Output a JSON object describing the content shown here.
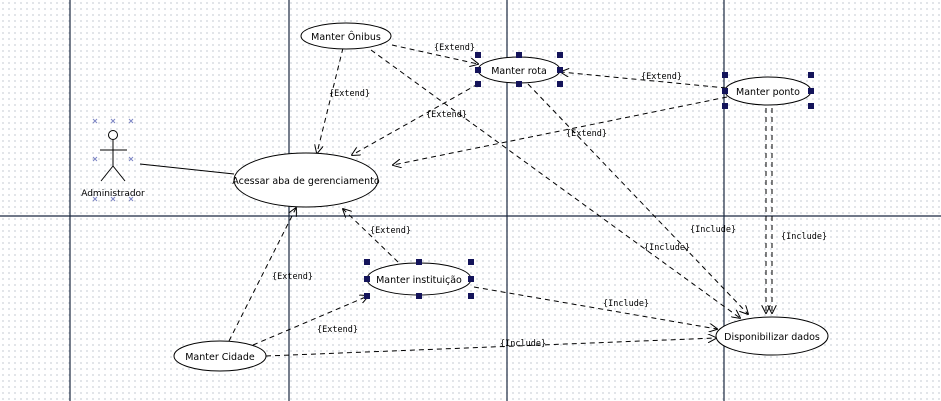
{
  "diagram": {
    "actor": {
      "name": "Administrador"
    },
    "use_cases": {
      "manter_onibus": "Manter Ônibus",
      "manter_rota": "Manter rota",
      "manter_ponto": "Manter ponto",
      "acessar_aba": "Acessar aba de gerenciamento",
      "manter_instituicao": "Manter instituição",
      "manter_cidade": "Manter Cidade",
      "disponibilizar_dados": "Disponibilizar dados"
    },
    "relations": {
      "onibus_rota": "{Extend}",
      "onibus_acessar": "{Extend}",
      "rota_acessar": "{Extend}",
      "ponto_rota": "{Extend}",
      "ponto_acessar": "{Extend}",
      "rota_disp": "{Include}",
      "onibus_disp": "{Include}",
      "ponto_disp": "{Include}",
      "instituicao_acessar": "{Extend}",
      "instituicao_disp": "{Include}",
      "cidade_acessar": "{Extend}",
      "cidade_instituicao": "{Extend}",
      "cidade_disp": "{Include}"
    }
  }
}
